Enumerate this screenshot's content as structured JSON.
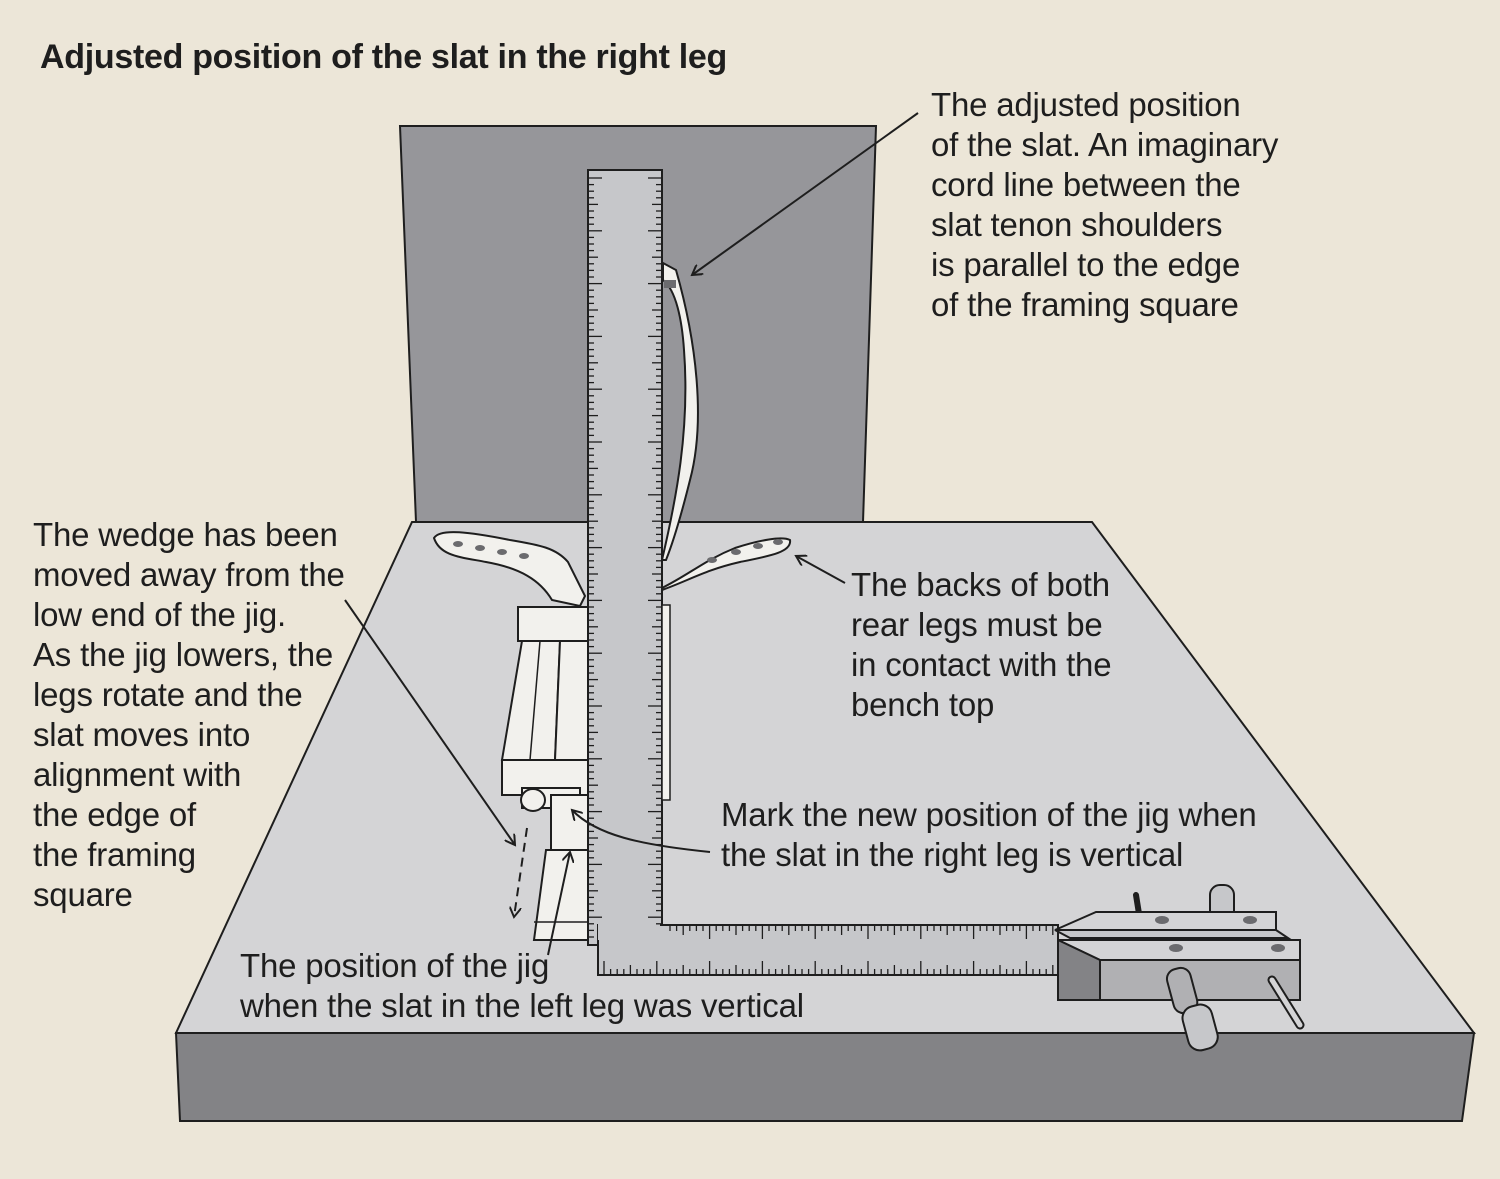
{
  "title": "Adjusted position of the slat in the right leg",
  "callouts": {
    "slat_position": [
      "The adjusted position",
      "of the slat. An imaginary",
      "cord line between the",
      "slat tenon shoulders",
      "is parallel to the edge",
      "of the framing square"
    ],
    "wedge": [
      "The wedge has been",
      "moved away from the",
      "low end of the jig.",
      "As the jig lowers, the",
      "legs rotate and the",
      "slat moves into",
      "alignment with",
      "the edge of",
      "the framing",
      "square"
    ],
    "rear_legs": [
      "The backs of both",
      "rear legs must be",
      "in contact with the",
      "bench top"
    ],
    "mark_new": [
      "Mark the new position of the jig when",
      "the slat in the right leg is vertical"
    ],
    "old_position": [
      "The position of the jig",
      "when the slat in the left leg was vertical"
    ]
  },
  "colors": {
    "background": "#ece6d8",
    "bench_top": "#d4d4d6",
    "bench_front": "#838386",
    "backboard": "#96969a",
    "square": "#c6c7ca",
    "wood": "#f2f1ed",
    "ink": "#1e1e1e"
  }
}
